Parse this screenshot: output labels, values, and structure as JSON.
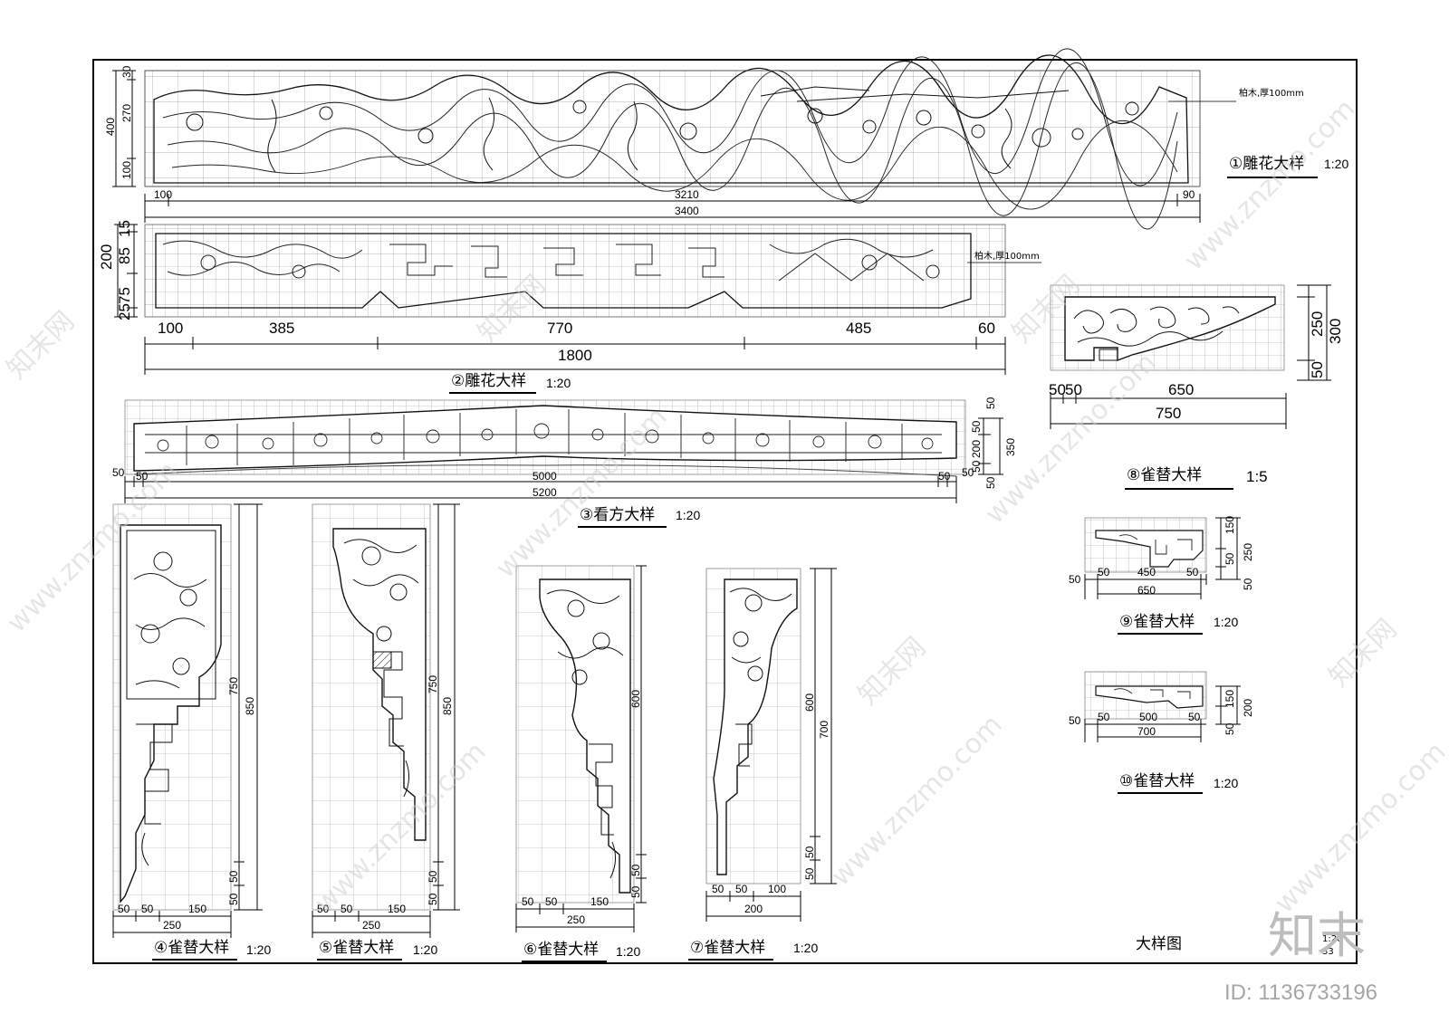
{
  "panel1": {
    "title": "①雕花大样",
    "scale": "1:20",
    "note": "柏木,厚100mm",
    "dims_bottom": [
      "100",
      "3210",
      "90"
    ],
    "dim_total": "3400",
    "dims_left": [
      "30",
      "270",
      "100"
    ],
    "dim_left_total": "400"
  },
  "panel2": {
    "title": "②雕花大样",
    "scale": "1:20",
    "note": "柏木,厚100mm",
    "dims_bottom": [
      "100",
      "385",
      "770",
      "485",
      "60"
    ],
    "dim_total": "1800",
    "dims_left": [
      "15",
      "85",
      "75",
      "25"
    ],
    "dim_left_total": "200"
  },
  "panel3": {
    "title": "③看方大样",
    "scale": "1:20",
    "dims_bottom": [
      "50",
      "50",
      "5000",
      "50",
      "50"
    ],
    "dim_total": "5200",
    "dims_right": [
      "50",
      "50",
      "200",
      "50",
      "50"
    ],
    "dim_right_total": "350"
  },
  "panel4": {
    "title": "④雀替大样",
    "scale": "1:20",
    "dims_bottom": [
      "50",
      "50",
      "150"
    ],
    "dim_total": "250",
    "dims_right": [
      "750",
      "850",
      "50",
      "50"
    ]
  },
  "panel5": {
    "title": "⑤雀替大样",
    "scale": "1:20",
    "dims_bottom": [
      "50",
      "50",
      "150"
    ],
    "dim_total": "250",
    "dims_right": [
      "750",
      "850",
      "50",
      "50"
    ]
  },
  "panel6": {
    "title": "⑥雀替大样",
    "scale": "1:20",
    "dims_bottom": [
      "50",
      "50",
      "150"
    ],
    "dim_total": "250",
    "dims_right": [
      "600",
      "50",
      "50"
    ]
  },
  "panel7": {
    "title": "⑦雀替大样",
    "scale": "1:20",
    "dims_bottom": [
      "50",
      "50",
      "100"
    ],
    "dim_total": "200",
    "dims_right": [
      "600",
      "700",
      "50",
      "50"
    ]
  },
  "panel8": {
    "title": "⑧雀替大样",
    "scale": "1:5",
    "dims_bottom": [
      "50",
      "50",
      "650"
    ],
    "dim_total": "750",
    "dims_right": [
      "250",
      "300",
      "50"
    ]
  },
  "panel9": {
    "title": "⑨雀替大样",
    "scale": "1:20",
    "dims_bottom": [
      "50",
      "50",
      "450",
      "50"
    ],
    "dim_total": "650",
    "dims_right": [
      "150",
      "250",
      "50",
      "50"
    ]
  },
  "panel10": {
    "title": "⑩雀替大样",
    "scale": "1:20",
    "dims_bottom": [
      "50",
      "50",
      "500",
      "50"
    ],
    "dim_total": "700",
    "dims_right": [
      "150",
      "200",
      "50"
    ]
  },
  "sheet": {
    "title": "大样图",
    "small": "1:20",
    "pg": "33"
  },
  "watermark": {
    "site": "www.znzmo.com",
    "brand": "知末网",
    "logo": "知末",
    "id": "ID: 1136733196"
  }
}
